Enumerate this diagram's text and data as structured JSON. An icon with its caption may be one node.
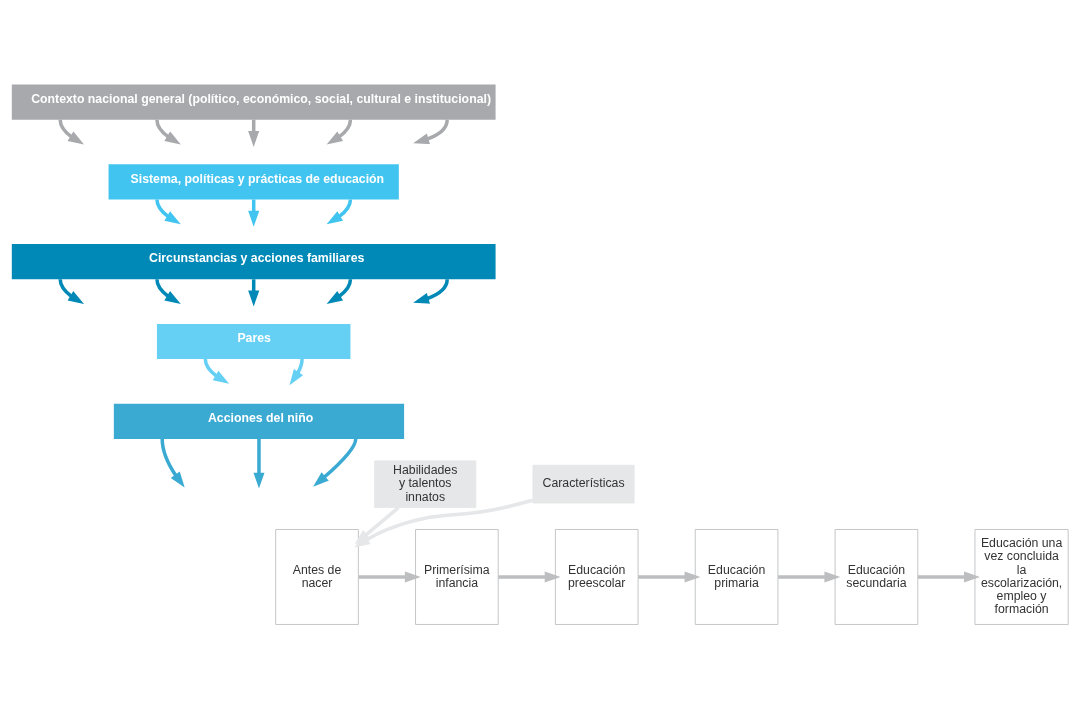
{
  "diagram": {
    "nodes": [
      {
        "text": [
          "Contexto nacional general (político, económico, social, cultural e institucional)"
        ]
      },
      {
        "text": [
          "Sistema, políticas y prácticas de educación"
        ]
      },
      {
        "text": [
          "Circunstancias y acciones familiares"
        ]
      },
      {
        "text": [
          "Pares"
        ]
      },
      {
        "text": [
          "Acciones del niño"
        ]
      },
      {
        "text": [
          "Habilidades y talentos innatos"
        ]
      },
      {
        "text": [
          "Características"
        ]
      },
      {
        "text": [
          "Antes de nacer"
        ]
      },
      {
        "text": [
          "Primerísima infancia"
        ]
      },
      {
        "text": [
          "Educación preescolar"
        ]
      },
      {
        "text": [
          "Educación primaria"
        ]
      },
      {
        "text": [
          "Educación secundaria"
        ]
      },
      {
        "text": [
          "Educación una vez concluida la escolarización, empleo y formación"
        ]
      }
    ],
    "edges": [
      {
        "from": 0,
        "to": null,
        "arrow": "to",
        "color": "#a7a9ac"
      },
      {
        "from": 0,
        "to": null,
        "arrow": "to",
        "color": "#a7a9ac"
      },
      {
        "from": 0,
        "to": null,
        "arrow": "to",
        "color": "#a7a9ac"
      },
      {
        "from": 0,
        "to": null,
        "arrow": "to",
        "color": "#a7a9ac"
      },
      {
        "from": 0,
        "to": null,
        "arrow": "to",
        "color": "#a7a9ac"
      },
      {
        "from": 1,
        "to": null,
        "arrow": "to",
        "color": "#41c4f0"
      },
      {
        "from": 1,
        "to": null,
        "arrow": "to",
        "color": "#41c4f0"
      },
      {
        "from": 1,
        "to": null,
        "arrow": "to",
        "color": "#41c4f0"
      },
      {
        "from": 2,
        "to": null,
        "arrow": "to",
        "color": "#0089b6"
      },
      {
        "from": 2,
        "to": null,
        "arrow": "to",
        "color": "#0089b6"
      },
      {
        "from": 2,
        "to": null,
        "arrow": "to",
        "color": "#0089b6"
      },
      {
        "from": 2,
        "to": null,
        "arrow": "to",
        "color": "#0089b6"
      },
      {
        "from": 2,
        "to": null,
        "arrow": "to",
        "color": "#0089b6"
      },
      {
        "from": 3,
        "to": null,
        "arrow": "to",
        "color": "#66cff4"
      },
      {
        "from": 3,
        "to": null,
        "arrow": "to",
        "color": "#66cff4"
      },
      {
        "from": 4,
        "to": null,
        "arrow": "to",
        "color": "#3aaad2"
      },
      {
        "from": 4,
        "to": null,
        "arrow": "to",
        "color": "#3aaad2"
      },
      {
        "from": 4,
        "to": null,
        "arrow": "to",
        "color": "#3aaad2"
      },
      {
        "from": 5,
        "to": 7,
        "arrow": "to",
        "color": "#e6e7e8"
      },
      {
        "from": 6,
        "to": 7,
        "arrow": "to",
        "color": "#e6e7e8"
      },
      {
        "from": 7,
        "to": 8,
        "arrow": "to",
        "color": "#bcbec0"
      },
      {
        "from": 8,
        "to": 9,
        "arrow": "to",
        "color": "#bcbec0"
      },
      {
        "from": 9,
        "to": 10,
        "arrow": "to",
        "color": "#bcbec0"
      },
      {
        "from": 10,
        "to": 11,
        "arrow": "to",
        "color": "#bcbec0"
      },
      {
        "from": 11,
        "to": 12,
        "arrow": "to",
        "color": "#bcbec0"
      }
    ]
  }
}
